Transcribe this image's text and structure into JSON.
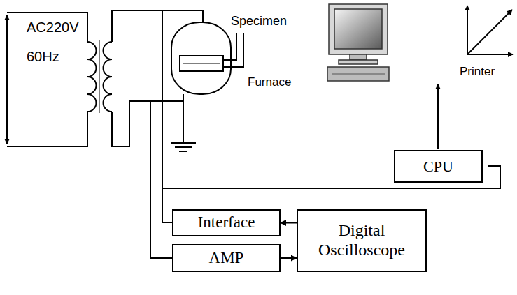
{
  "diagram": {
    "nodes": [
      {
        "text": [
          "CPU"
        ]
      },
      {
        "text": [
          "Interface"
        ]
      },
      {
        "text": [
          "Digital Oscilloscope"
        ]
      },
      {
        "text": [
          "AMP"
        ]
      }
    ],
    "edges": [
      {
        "from": 2,
        "to": 1,
        "arrow": "to"
      },
      {
        "from": 3,
        "to": 2,
        "arrow": "to"
      }
    ],
    "labels": [
      "AC220V",
      "60Hz",
      "Specimen",
      "Furnace",
      "Printer"
    ]
  }
}
